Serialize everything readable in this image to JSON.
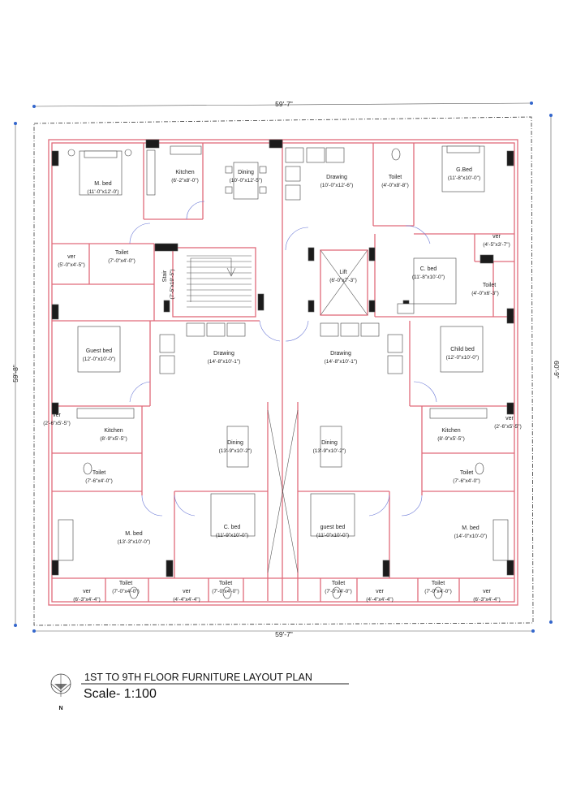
{
  "plan": {
    "title": "1ST TO 9TH FLOOR FURNITURE LAYOUT PLAN",
    "scale": "Scale- 1:100",
    "north_label": "N",
    "dimensions": {
      "top": "59'-7\"",
      "bottom": "59'-7\"",
      "left": "59'-8\"",
      "right": "60'-9\""
    },
    "colors": {
      "wall": "#e06a7a",
      "line": "#444444",
      "dimension_dot": "#3366cc"
    },
    "rooms": [
      {
        "id": "mbed-1",
        "name": "M. bed",
        "size": "(11'-0\"x12'-0')"
      },
      {
        "id": "kitchen-1",
        "name": "Kitchen",
        "size": "(6'-2\"x8'-0\")"
      },
      {
        "id": "dining-1",
        "name": "Dining",
        "size": "(10'-0\"x12'-5\")"
      },
      {
        "id": "drawing-1",
        "name": "Drawing",
        "size": "(10'-0\"x12'-6\")"
      },
      {
        "id": "toilet-1",
        "name": "Toilet",
        "size": "(4'-0\"x8'-8\")"
      },
      {
        "id": "gbed-1",
        "name": "G.Bed",
        "size": "(11'-8\"x10'-0\")"
      },
      {
        "id": "ver-1",
        "name": "ver",
        "size": "(5'-0\"x4'-5\")"
      },
      {
        "id": "toilet-2",
        "name": "Toilet",
        "size": "(7'-0\"x4'-0\")"
      },
      {
        "id": "stair",
        "name": "Stair",
        "size": "(7'-5\"x19'-5\")"
      },
      {
        "id": "lift",
        "name": "Lift",
        "size": "(6'-0\"x7'-3\")"
      },
      {
        "id": "cbed-1",
        "name": "C. bed",
        "size": "(11'-8\"x10'-0\")"
      },
      {
        "id": "ver-2",
        "name": "ver",
        "size": "(4'-5\"x3'-7\")"
      },
      {
        "id": "toilet-3",
        "name": "Toilet",
        "size": "(4'-0\"x6'-3\")"
      },
      {
        "id": "guestbed-1",
        "name": "Guest bed",
        "size": "(12'-0\"x10'-0\")"
      },
      {
        "id": "drawing-2",
        "name": "Drawing",
        "size": "(14'-8\"x10'-1\")"
      },
      {
        "id": "drawing-3",
        "name": "Drawing",
        "size": "(14'-8\"x10'-1\")"
      },
      {
        "id": "childbed",
        "name": "Child bed",
        "size": "(12'-0\"x10'-0\")"
      },
      {
        "id": "ver-3",
        "name": "ver",
        "size": "(2'-6\"x5'-5\")"
      },
      {
        "id": "kitchen-2",
        "name": "Kitchen",
        "size": "(8'-9\"x5'-5\")"
      },
      {
        "id": "dining-2",
        "name": "Dining",
        "size": "(13'-9\"x10'-2\")"
      },
      {
        "id": "dining-3",
        "name": "Dining",
        "size": "(13'-9\"x10'-2\")"
      },
      {
        "id": "kitchen-3",
        "name": "Kitchen",
        "size": "(8'-9\"x5'-5\")"
      },
      {
        "id": "ver-4",
        "name": "ver",
        "size": "(2'-6\"x5'-5\")"
      },
      {
        "id": "toilet-4",
        "name": "Toilet",
        "size": "(7'-6\"x4'-0\")"
      },
      {
        "id": "toilet-5",
        "name": "Toilet",
        "size": "(7'-6\"x4'-0\")"
      },
      {
        "id": "mbed-2",
        "name": "M. bed",
        "size": "(13'-3\"x10'-0\")"
      },
      {
        "id": "cbed-2",
        "name": "C. bed",
        "size": "(11'-9\"x10'-0\")"
      },
      {
        "id": "guestbed-2",
        "name": "guest bed",
        "size": "(11'-0\"x10'-0\")"
      },
      {
        "id": "mbed-3",
        "name": "M. bed",
        "size": "(14'-0\"x10'-0\")"
      },
      {
        "id": "ver-5",
        "name": "ver",
        "size": "(6'-3\"x4'-4\")"
      },
      {
        "id": "toilet-6",
        "name": "Toilet",
        "size": "(7'-0\"x4'-0\")"
      },
      {
        "id": "ver-6",
        "name": "ver",
        "size": "(4'-4\"x4'-4\")"
      },
      {
        "id": "toilet-7",
        "name": "Toilet",
        "size": "(7'-0\"x4'-0\")"
      },
      {
        "id": "toilet-8",
        "name": "Toilet",
        "size": "(7'-0\"x4'-0\")"
      },
      {
        "id": "ver-7",
        "name": "ver",
        "size": "(4'-4\"x4'-4\")"
      },
      {
        "id": "toilet-9",
        "name": "Toilet",
        "size": "(7'-0\"x4'-0\")"
      },
      {
        "id": "ver-8",
        "name": "ver",
        "size": "(6'-3\"x4'-4\")"
      }
    ]
  }
}
